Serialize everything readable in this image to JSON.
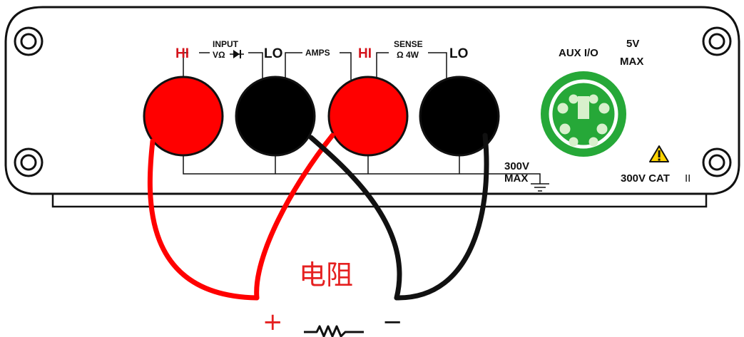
{
  "panel": {
    "input_group": {
      "hi": "HI",
      "input": "INPUT",
      "v_ohm": "VΩ",
      "lo": "LO"
    },
    "amps": "AMPS",
    "sense_group": {
      "hi": "HI",
      "sense": "SENSE",
      "ohm_4w": "Ω 4W",
      "lo": "LO"
    },
    "max_voltage": {
      "value": "300V",
      "label": "MAX"
    },
    "aux": {
      "label": "AUX I/O",
      "limit_value": "5V",
      "limit_label": "MAX"
    },
    "category": {
      "rating": "300V CAT",
      "class": "II"
    }
  },
  "circuit": {
    "resistor_label": "电阻",
    "plus": "+",
    "minus": "−"
  },
  "colors": {
    "red_terminal": "#ff0000",
    "black_terminal": "#000000",
    "aux_connector": "#26a838",
    "hi_text": "#d4141c",
    "resistor_label": "#e52020",
    "warning": "#ffd400"
  }
}
